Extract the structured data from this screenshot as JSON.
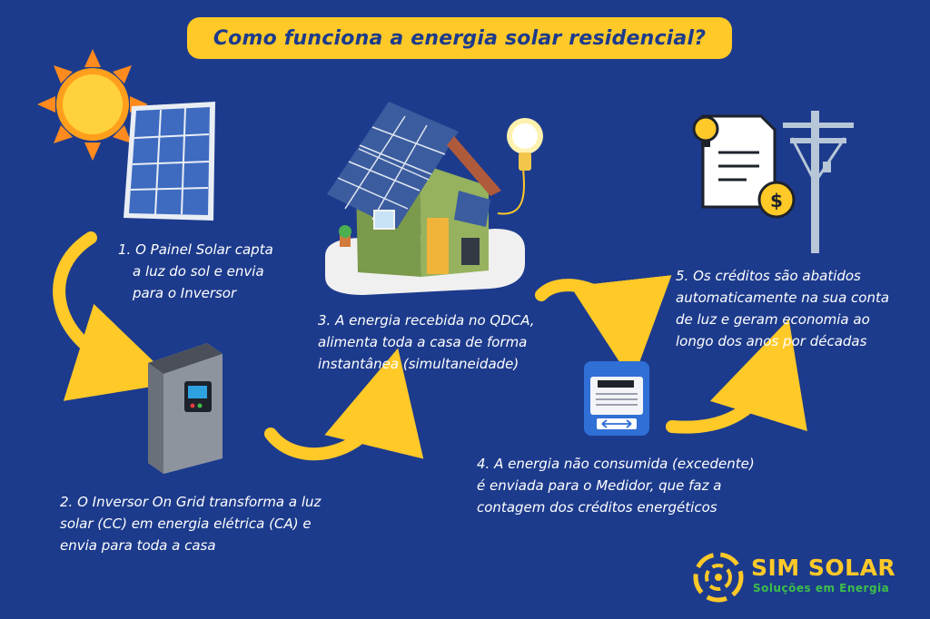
{
  "title": "Como funciona a energia solar residencial?",
  "steps": [
    {
      "number": "1.",
      "lines": [
        "O Painel Solar capta",
        "a luz do sol e envia",
        "para o Inversor"
      ]
    },
    {
      "number": "2.",
      "lines": [
        "O Inversor On Grid transforma a luz",
        "solar (CC) em energia elétrica (CA) e",
        "envia para toda a casa"
      ]
    },
    {
      "number": "3.",
      "lines": [
        "A energia recebida no QDCA,",
        "alimenta toda a casa de forma",
        "instantânea (simultaneidade)"
      ]
    },
    {
      "number": "4.",
      "lines": [
        "A energia não consumida (excedente)",
        "é enviada para o Medidor, que faz a",
        "contagem dos créditos energéticos"
      ]
    },
    {
      "number": "5.",
      "lines": [
        "Os créditos são abatidos",
        "automaticamente na sua conta",
        "de luz e geram economia ao",
        "longo dos anos por décadas"
      ]
    }
  ],
  "logo": {
    "name": "SIM SOLAR",
    "tagline": "Soluções em Energia"
  },
  "colors": {
    "background": "#1d3b8c",
    "accent": "#ffc928",
    "tagline": "#3dbf4a",
    "text": "#ffffff"
  },
  "icons": [
    "sun-icon",
    "solar-panel-icon",
    "inverter-icon",
    "house-icon",
    "light-bulb-icon",
    "electric-meter-icon",
    "bill-icon",
    "dollar-icon",
    "utility-pole-icon",
    "logo-icon"
  ]
}
